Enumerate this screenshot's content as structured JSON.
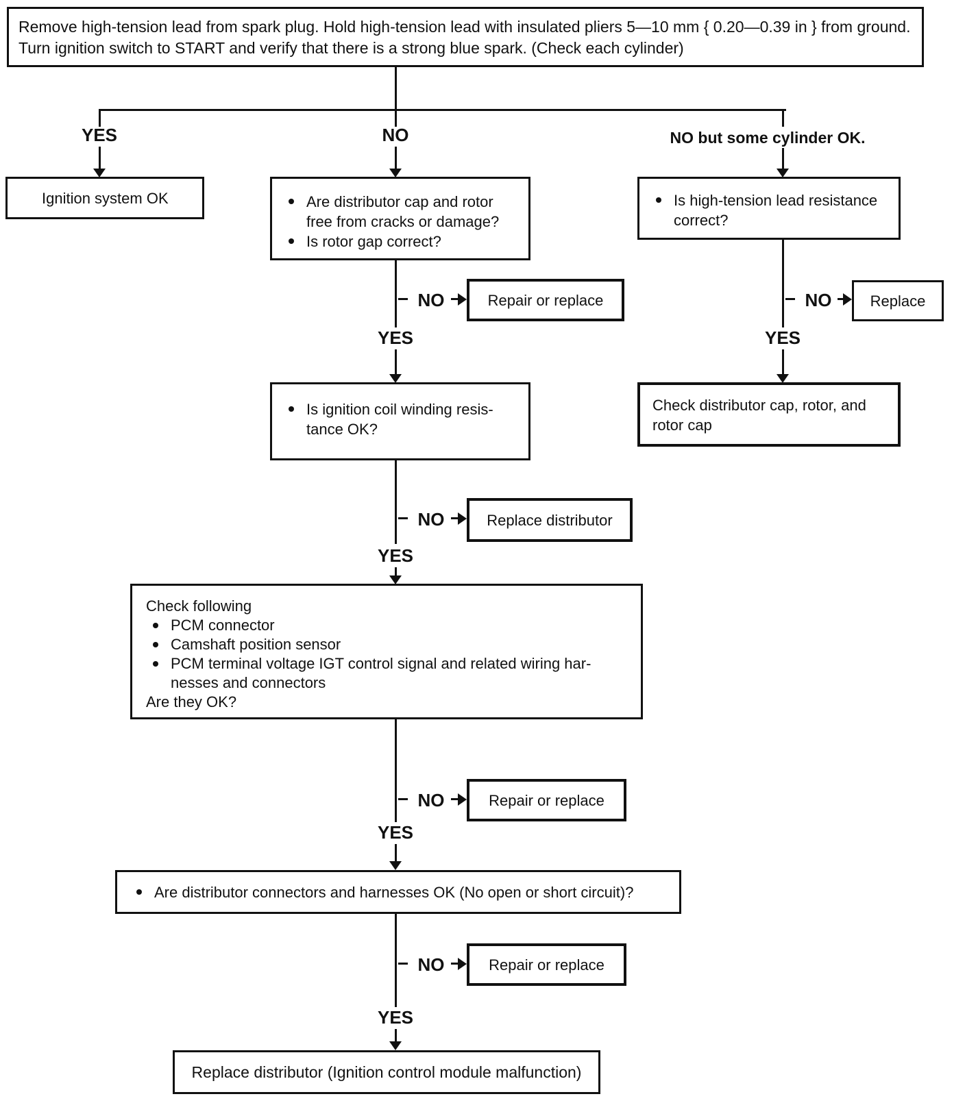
{
  "colors": {
    "ink": "#111111",
    "paper": "#ffffff"
  },
  "labels": {
    "yes": "YES",
    "no": "NO",
    "no_some": "NO but some cylinder OK."
  },
  "start": {
    "line1": "Remove high-tension lead from spark plug. Hold high-tension lead with insulated pliers 5—10 mm { 0.20—0.39 in } from ground.",
    "line2": "Turn ignition switch to START and verify that there is a strong blue spark. (Check each cylinder)"
  },
  "boxes": {
    "ignition_ok": "Ignition system OK",
    "dist_cap": {
      "bullet1_line1": "Are distributor cap and rotor",
      "bullet1_line2": "free from cracks or damage?",
      "bullet2": "Is rotor gap correct?"
    },
    "ht_lead": {
      "line1": "Is high-tension lead resistance",
      "line2": "correct?"
    },
    "repair1": "Repair or replace",
    "replace": "Replace",
    "coil": {
      "line1": "Is ignition coil winding resis-",
      "line2": "tance OK?"
    },
    "check_cap": {
      "line1": "Check distributor cap, rotor, and",
      "line2": "rotor cap"
    },
    "replace_dist": "Replace distributor",
    "check_following": {
      "title": "Check following",
      "item1": "PCM connector",
      "item2": "Camshaft position sensor",
      "item3_line1": "PCM terminal voltage IGT control signal and related wiring har-",
      "item3_line2": "nesses and connectors",
      "footer": "Are they OK?"
    },
    "repair2": "Repair or replace",
    "connectors": "Are distributor connectors and harnesses OK (No open or short circuit)?",
    "repair3": "Repair or replace",
    "final": "Replace distributor (Ignition control module malfunction)"
  }
}
